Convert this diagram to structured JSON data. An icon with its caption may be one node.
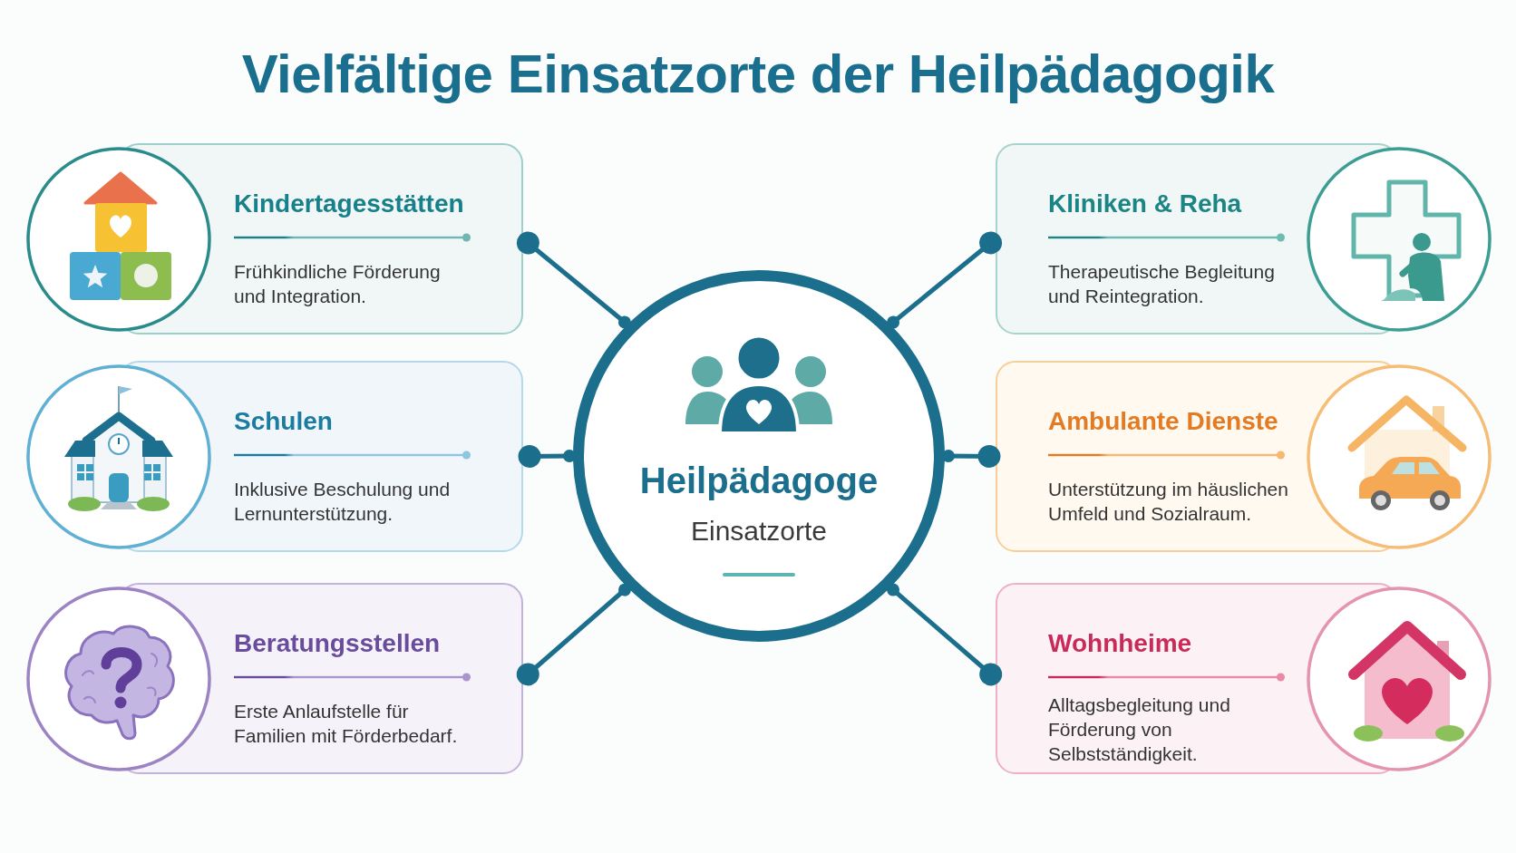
{
  "diagram": {
    "title": "Vielfältige Einsatzorte der Heilpädagogik",
    "nodes": [
      {
        "text": [
          "Heilpädagoge",
          "Einsatzorte"
        ]
      },
      {
        "text": [
          "Kindertagesstätten",
          "Frühkindliche Förderung und Integration."
        ]
      },
      {
        "text": [
          "Kliniken & Reha",
          "Therapeutische Begleitung und Reintegration."
        ]
      },
      {
        "text": [
          "Schulen",
          "Inklusive Beschulung und Lernunterstützung."
        ]
      },
      {
        "text": [
          "Ambulante Dienste",
          "Unterstützung im häuslichen Umfeld und Sozialraum."
        ]
      },
      {
        "text": [
          "Beratungsstellen",
          "Erste Anlaufstelle für Familien mit Förderbedarf."
        ]
      },
      {
        "text": [
          "Wohnheime",
          "Alltagsbegleitung und Förderung von Selbstständigkeit."
        ]
      }
    ],
    "edges": [
      {
        "from": 0,
        "to": 1,
        "arrow": "other"
      },
      {
        "from": 0,
        "to": 2,
        "arrow": "other"
      },
      {
        "from": 0,
        "to": 3,
        "arrow": "other"
      },
      {
        "from": 0,
        "to": 4,
        "arrow": "other"
      },
      {
        "from": 0,
        "to": 5,
        "arrow": "other"
      },
      {
        "from": 0,
        "to": 6,
        "arrow": "other"
      }
    ]
  }
}
